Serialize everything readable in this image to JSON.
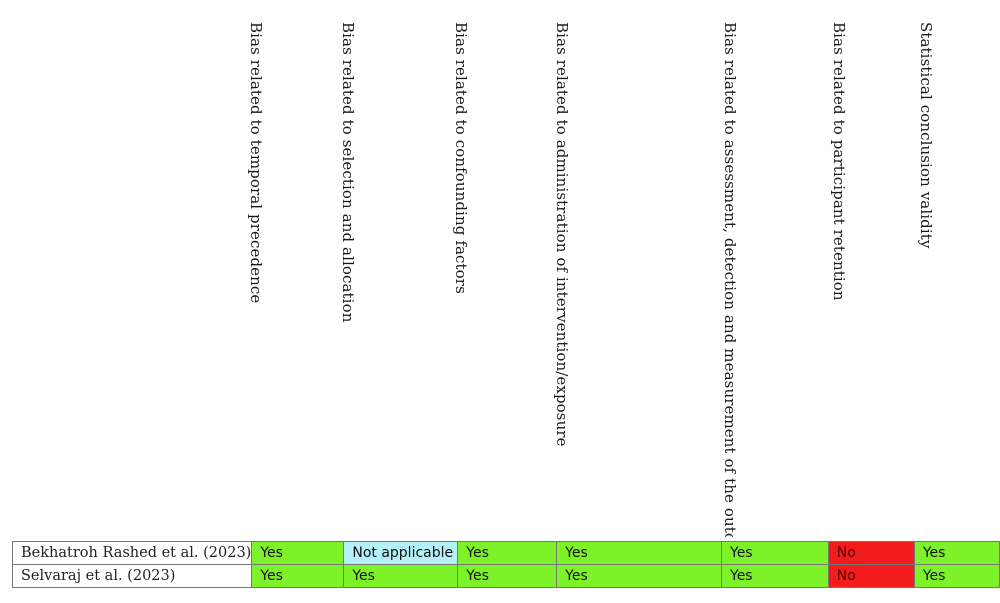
{
  "colors": {
    "yes": "#7ef229",
    "no": "#f21c1c",
    "not_applicable": "#b4f0f8"
  },
  "columns": [
    "Bias related to temporal precedence",
    "Bias related to selection and allocation",
    "Bias related to confounding factors",
    "Bias related to administration of intervention/exposure",
    "Bias related to assessment, detection and measurement of the outcome",
    "Bias related to participant retention",
    "Statistical conclusion validity"
  ],
  "rows": [
    {
      "study": "Bekhatroh Rashed et al. (2023)",
      "values": [
        "Yes",
        "Not applicable",
        "Yes",
        "Yes",
        "Yes",
        "No",
        "Yes"
      ]
    },
    {
      "study": "Selvaraj et al. (2023)",
      "values": [
        "Yes",
        "Yes",
        "Yes",
        "Yes",
        "Yes",
        "No",
        "Yes"
      ]
    }
  ]
}
